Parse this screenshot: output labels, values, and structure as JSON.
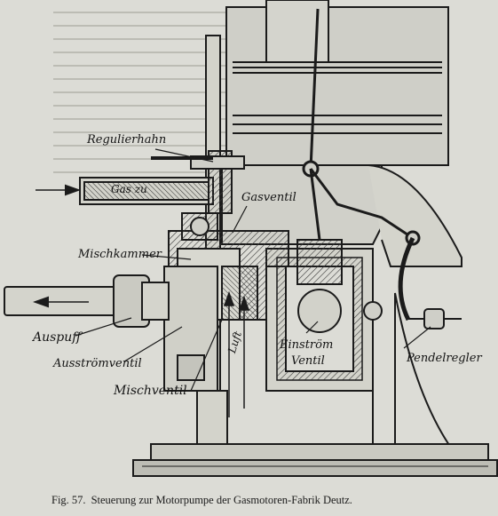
{
  "labels": {
    "regulierhahn": "Regulierhahn",
    "gas_zu": "Gas zu",
    "gasventil": "Gasventil",
    "mischkammer": "Mischkammer",
    "auspuff": "Auspuff",
    "ausstroemventil": "Ausströmventil",
    "mischventil": "Mischventil",
    "luft": "Luft",
    "einstroem": "Einström",
    "ventil": "Ventil",
    "pendelregler": "Pendelregler"
  },
  "caption": {
    "figure": "Fig. 57.",
    "text": "Steuerung zur Motorpumpe der Gasmotoren-Fabrik Deutz."
  },
  "colors": {
    "paper": "#dcdcd6",
    "ink": "#1b1b1b",
    "hatch": "#3a3a3a"
  }
}
